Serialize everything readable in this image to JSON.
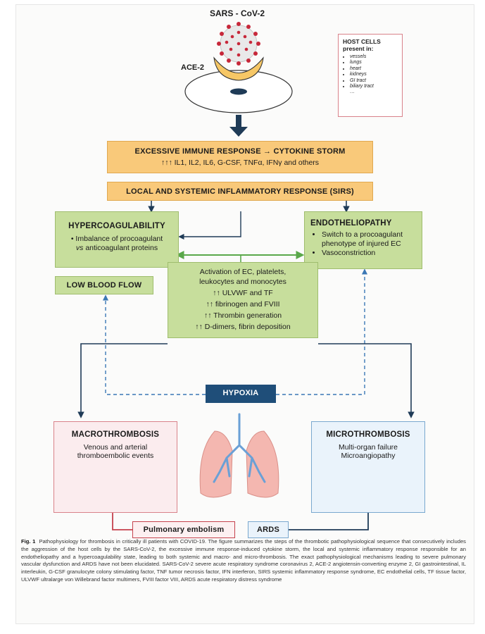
{
  "virus": {
    "label": "SARS - CoV-2",
    "receptor_label": "ACE-2"
  },
  "host_cells": {
    "title_line1": "HOST CELLS",
    "title_line2": "present in:",
    "items": [
      "vessels",
      "lungs",
      "heart",
      "kidneys",
      "GI tract",
      "biliary tract",
      "…"
    ]
  },
  "immune": {
    "title": "EXCESSIVE IMMUNE RESPONSE → CYTOKINE STORM",
    "subtitle": "↑↑↑ IL1, IL2, IL6, G-CSF, TNFα, IFNγ and others"
  },
  "sirs": {
    "title": "LOCAL AND SYSTEMIC INFLAMMATORY RESPONSE (SIRS)"
  },
  "hypercoag": {
    "title": "HYPERCOAGULABILITY",
    "bullet_line1": "Imbalance of procoagulant",
    "bullet_line2_italic": "vs",
    "bullet_line2_rest": " anticoagulant proteins"
  },
  "endothelio": {
    "title": "ENDOTHELIOPATHY",
    "bullets": [
      "Switch to a procoagulant phenotype of injured EC",
      "Vasoconstriction"
    ]
  },
  "low_flow": {
    "title": "LOW BLOOD FLOW"
  },
  "activation": {
    "lines": [
      "Activation of EC, platelets,",
      "leukocytes and monocytes",
      "↑↑ ULVWF and TF",
      "↑↑ fibrinogen and FVIII",
      "↑↑ Thrombin generation",
      "↑↑ D-dimers, fibrin deposition"
    ]
  },
  "hypoxia": {
    "title": "HYPOXIA"
  },
  "macro": {
    "title": "MACROTHROMBOSIS",
    "line1": "Venous and arterial",
    "line2": "thromboembolic events"
  },
  "micro": {
    "title": "MICROTHROMBOSIS",
    "line1": "Multi-organ failure",
    "line2": "Microangiopathy"
  },
  "pulm_embolism": {
    "title": "Pulmonary embolism"
  },
  "ards": {
    "title": "ARDS"
  },
  "caption": {
    "lead": "Fig. 1",
    "text": "Pathophysiology for thrombosis in critically ill patients with COVID-19. The figure summarizes the steps of the thrombotic pathophysiological sequence that consecutively includes the aggression of the host cells by the SARS-CoV-2, the excessive immune response-induced cytokine storm, the local and systemic inflammatory response responsible for an endotheliopathy and a hypercoagulability state, leading to both systemic and macro- and micro-thrombosis. The exact pathophysiological mechanisms leading to severe pulmonary vascular dysfunction and ARDS have not been elucidated. SARS-CoV-2 severe acute respiratory syndrome coronavirus 2, ACE-2 angiotensin-converting enzyme 2, GI gastrointestinal, IL interleukin, G-CSF granulocyte colony stimulating factor, TNF tumor necrosis factor, IFN interferon, SIRS systemic inflammatory response syndrome, EC endothelial cells, TF tissue factor, ULVWF ultralarge von Willebrand factor multimers, FVIII factor VIII, ARDS acute respiratory distress syndrome"
  },
  "colors": {
    "orange": "#f9c97a",
    "green": "#c7de9c",
    "navy": "#1f3b57",
    "blue_dashed": "#3b78b5",
    "green_arrow": "#5aa84a",
    "macro_border": "#d9828a",
    "macro_fill": "#fbecee",
    "micro_border": "#7aa8cf",
    "micro_fill": "#eaf3fb",
    "hypoxia_fill": "#1f4e79",
    "crescent": "#f6c766"
  }
}
